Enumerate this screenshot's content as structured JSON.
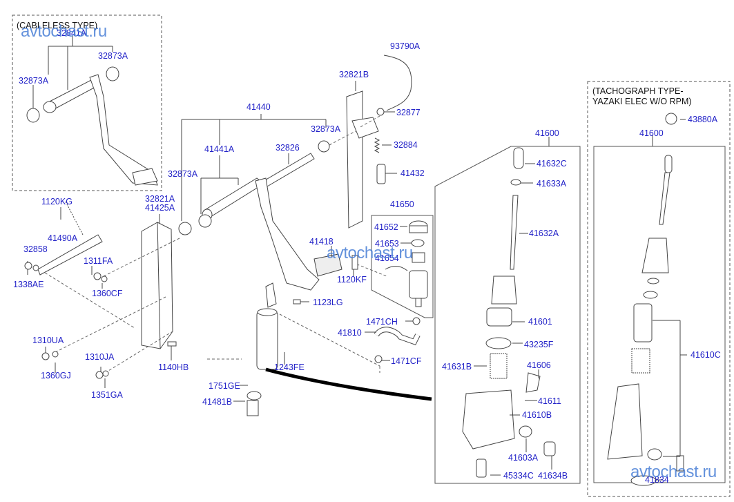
{
  "diagram": {
    "title": "Clutch pedal and master cylinder parts diagram",
    "label_color": "#2323c8",
    "watermark": "avtochast.ru",
    "notes": {
      "cableless_type": "(CABLELESS TYPE)",
      "tachograph_line1": "(TACHOGRAPH TYPE-",
      "tachograph_line2": " YAZAKI ELEC W/O RPM)"
    },
    "parts": {
      "p32841A": "32841A",
      "p32873A_a": "32873A",
      "p32873A_b": "32873A",
      "p41440": "41440",
      "p41441A": "41441A",
      "p32826": "32826",
      "p32873A_c": "32873A",
      "p32873A_d": "32873A",
      "p93790A": "93790A",
      "p32821B": "32821B",
      "p32877": "32877",
      "p32884": "32884",
      "p41432": "41432",
      "p1120KG": "1120KG",
      "p41490A": "41490A",
      "p32858": "32858",
      "p1338AE": "1338AE",
      "p1311FA": "1311FA",
      "p1360CF": "1360CF",
      "p32821A": "32821A",
      "p41425A": "41425A",
      "p41418": "41418",
      "p1120KF": "1120KF",
      "p41650": "41650",
      "p41652": "41652",
      "p41653": "41653",
      "p41654": "41654",
      "p1123LG": "1123LG",
      "p1471CH": "1471CH",
      "p41810": "41810",
      "p1471CF": "1471CF",
      "p1243FE": "1243FE",
      "p1751GE": "1751GE",
      "p41481B": "41481B",
      "p1310UA": "1310UA",
      "p1360GJ": "1360GJ",
      "p1310JA": "1310JA",
      "p1351GA": "1351GA",
      "p1140HB": "1140HB",
      "p41600": "41600",
      "p41632C": "41632C",
      "p41633A": "41633A",
      "p41632A": "41632A",
      "p41601": "41601",
      "p43235F": "43235F",
      "p41631B": "41631B",
      "p41606": "41606",
      "p41611": "41611",
      "p41610B": "41610B",
      "p41603A": "41603A",
      "p45334C": "45334C",
      "p41634B": "41634B",
      "p41600_t": "41600",
      "p43880A": "43880A",
      "p41610C": "41610C",
      "p41834": "41834"
    }
  }
}
